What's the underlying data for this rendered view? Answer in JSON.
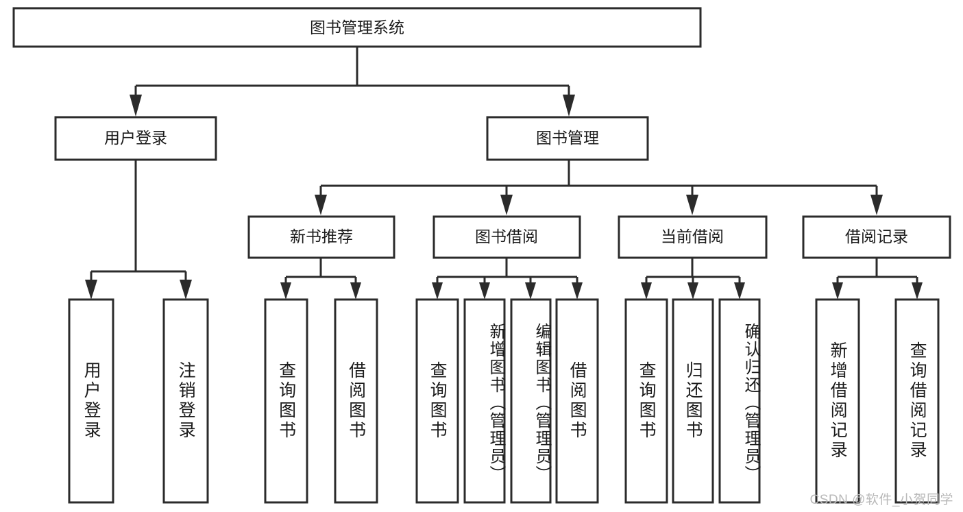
{
  "diagram": {
    "type": "tree",
    "orientation": "top-down",
    "title": "图书管理系统",
    "root": {
      "id": "root",
      "label": "图书管理系统",
      "level": 0
    },
    "level2": [
      {
        "id": "user-login",
        "label": "用户登录"
      },
      {
        "id": "book-manage",
        "label": "图书管理"
      }
    ],
    "level3": [
      {
        "id": "new-book-recommend",
        "label": "新书推荐",
        "parent": "book-manage"
      },
      {
        "id": "book-borrow",
        "label": "图书借阅",
        "parent": "book-manage"
      },
      {
        "id": "current-borrow",
        "label": "当前借阅",
        "parent": "book-manage"
      },
      {
        "id": "borrow-record",
        "label": "借阅记录",
        "parent": "book-manage"
      }
    ],
    "leaves": [
      {
        "id": "leaf-user-login",
        "label": "用户登录",
        "parent": "user-login"
      },
      {
        "id": "leaf-logout-login",
        "label": "注销登录",
        "parent": "user-login"
      },
      {
        "id": "leaf-query-book-1",
        "label": "查询图书",
        "parent": "new-book-recommend"
      },
      {
        "id": "leaf-borrow-book-1",
        "label": "借阅图书",
        "parent": "new-book-recommend"
      },
      {
        "id": "leaf-query-book-2",
        "label": "查询图书",
        "parent": "book-borrow"
      },
      {
        "id": "leaf-add-book",
        "label": "新增图书（管理员）",
        "parent": "book-borrow"
      },
      {
        "id": "leaf-edit-book",
        "label": "编辑图书（管理员）",
        "parent": "book-borrow"
      },
      {
        "id": "leaf-borrow-book-2",
        "label": "借阅图书",
        "parent": "book-borrow"
      },
      {
        "id": "leaf-query-book-3",
        "label": "查询图书",
        "parent": "current-borrow"
      },
      {
        "id": "leaf-return-book",
        "label": "归还图书",
        "parent": "current-borrow"
      },
      {
        "id": "leaf-confirm-return",
        "label": "确认归还（管理员）",
        "parent": "current-borrow"
      },
      {
        "id": "leaf-add-record",
        "label": "新增借阅记录",
        "parent": "borrow-record"
      },
      {
        "id": "leaf-query-record",
        "label": "查询借阅记录",
        "parent": "borrow-record"
      }
    ],
    "colors": {
      "box_stroke": "#2b2b2b",
      "box_fill": "#ffffff",
      "text": "#1b1b1b",
      "background": "#ffffff",
      "watermark": "#b9b9b9"
    }
  },
  "watermark": {
    "text": "CSDN @软件_小贺同学"
  }
}
